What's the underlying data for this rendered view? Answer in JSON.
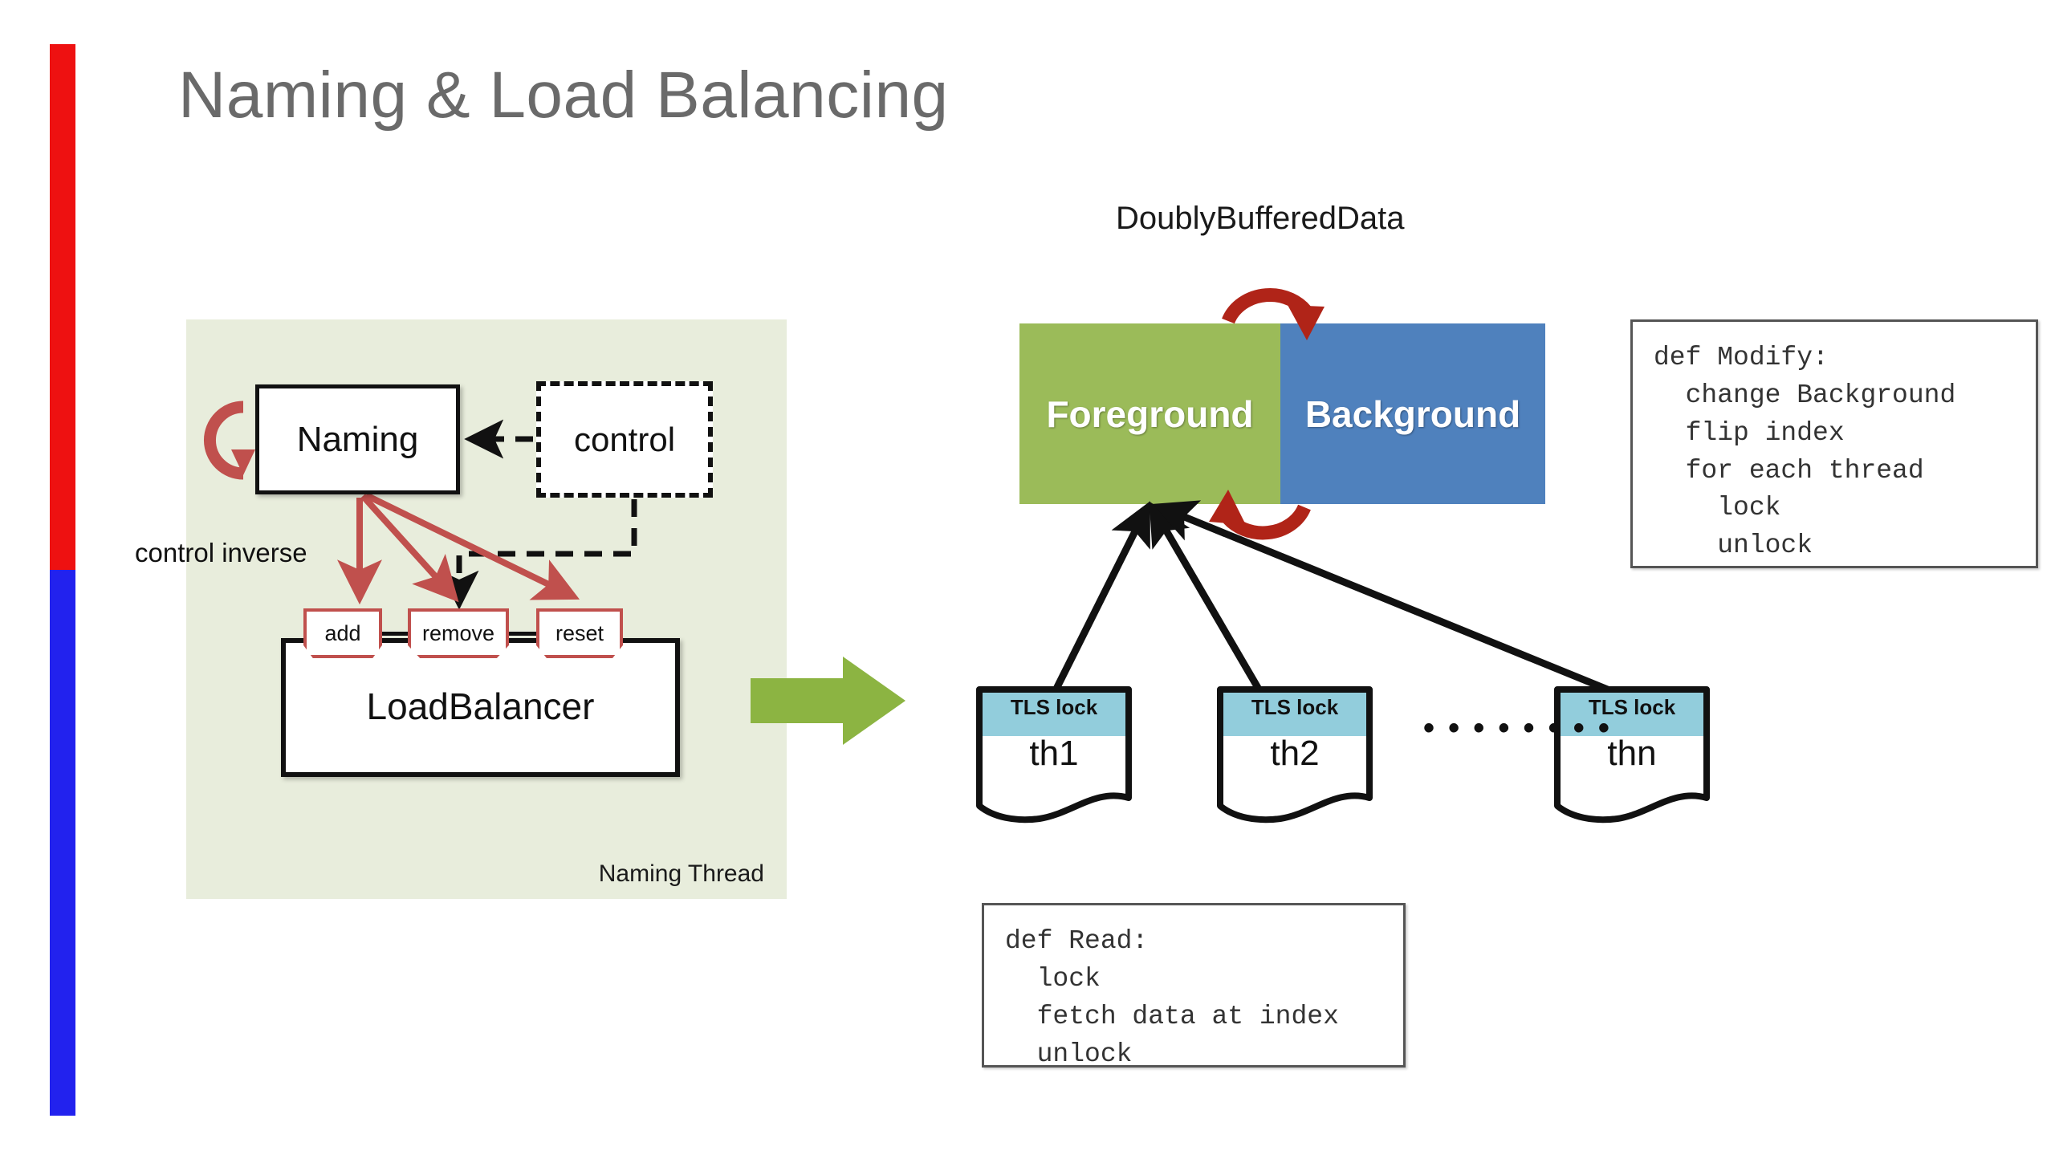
{
  "slide": {
    "title": "Naming & Load Balancing",
    "accent": {
      "top_color": "#EE1111",
      "bottom_color": "#2222EE"
    }
  },
  "naming_panel": {
    "caption": "Naming Thread",
    "background_color": "#E8EDDC",
    "naming_box_label": "Naming",
    "control_box_label": "control",
    "control_inverse_label": "control inverse",
    "loadbalancer_label": "LoadBalancer",
    "operations": [
      {
        "label": "add"
      },
      {
        "label": "remove"
      },
      {
        "label": "reset"
      }
    ],
    "cycle_icon": "circular-arrow-icon",
    "accent_color": "#C0504D"
  },
  "doubly_buffered": {
    "title": "DoublyBufferedData",
    "foreground_label": "Foreground",
    "background_label": "Background",
    "foreground_color": "#9BBB59",
    "background_color": "#4F81BD",
    "swap_arrow_color": "#B02418",
    "tls_header_color": "#92CDDC"
  },
  "threads": {
    "tls_label": "TLS lock",
    "items": [
      {
        "name": "th1"
      },
      {
        "name": "th2"
      },
      {
        "name": "thn"
      }
    ],
    "ellipsis": "• • • • • • • •"
  },
  "code": {
    "modify": "def Modify:\n  change Background\n  flip index\n  for each thread\n    lock\n    unlock",
    "read": "def Read:\n  lock\n  fetch data at index\n  unlock"
  },
  "transition": {
    "arrow_color": "#8CB442",
    "icon": "right-arrow-icon"
  }
}
